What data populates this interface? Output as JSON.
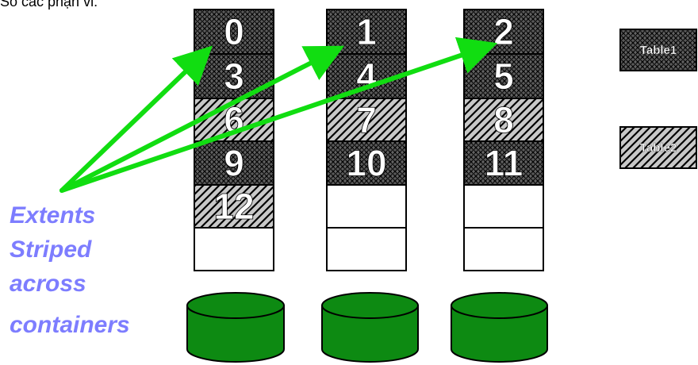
{
  "header": {
    "fragment": "Số các phận vi."
  },
  "containers": [
    {
      "extents": [
        {
          "label": "0",
          "table": "table1"
        },
        {
          "label": "3",
          "table": "table1"
        },
        {
          "label": "6",
          "table": "table2"
        },
        {
          "label": "9",
          "table": "table1"
        },
        {
          "label": "12",
          "table": "table2"
        },
        {
          "label": "",
          "table": "empty"
        }
      ]
    },
    {
      "extents": [
        {
          "label": "1",
          "table": "table1"
        },
        {
          "label": "4",
          "table": "table1"
        },
        {
          "label": "7",
          "table": "table2"
        },
        {
          "label": "10",
          "table": "table1"
        },
        {
          "label": "",
          "table": "empty"
        },
        {
          "label": "",
          "table": "empty"
        }
      ]
    },
    {
      "extents": [
        {
          "label": "2",
          "table": "table1"
        },
        {
          "label": "5",
          "table": "table1"
        },
        {
          "label": "8",
          "table": "table2"
        },
        {
          "label": "11",
          "table": "table1"
        },
        {
          "label": "",
          "table": "empty"
        },
        {
          "label": "",
          "table": "empty"
        }
      ]
    }
  ],
  "legend": [
    {
      "label": "Table1",
      "table": "table1"
    },
    {
      "label": "Table2",
      "table": "table2"
    }
  ],
  "side_label": [
    "Extents",
    "Striped",
    "across",
    "containers"
  ],
  "colors": {
    "arrow": "#11dd11",
    "disk_fill": "#0d8a12",
    "label": "#7d7dff",
    "table1_fill": "#5a5a5a",
    "table2_fill": "#c8c8c8"
  }
}
